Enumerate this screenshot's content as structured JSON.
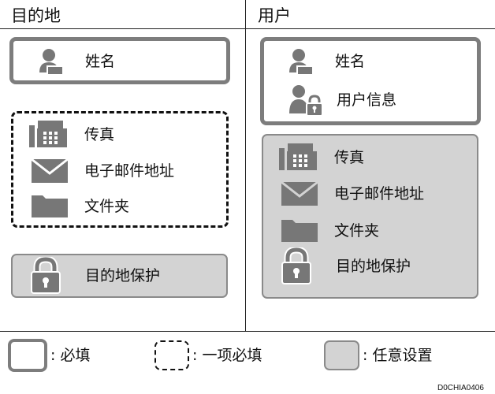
{
  "columns": {
    "destination": {
      "title": "目的地",
      "required_item": {
        "label": "姓名",
        "icon": "user-icon"
      },
      "one_required_items": [
        {
          "label": "传真",
          "icon": "fax-icon"
        },
        {
          "label": "电子邮件地址",
          "icon": "envelope-icon"
        },
        {
          "label": "文件夹",
          "icon": "folder-icon"
        }
      ],
      "optional_item": {
        "label": "目的地保护",
        "icon": "padlock-icon"
      }
    },
    "user": {
      "title": "用户",
      "required_items": [
        {
          "label": "姓名",
          "icon": "user-icon"
        },
        {
          "label": "用户信息",
          "icon": "user-lock-icon"
        }
      ],
      "optional_items": [
        {
          "label": "传真",
          "icon": "fax-icon"
        },
        {
          "label": "电子邮件地址",
          "icon": "envelope-icon"
        },
        {
          "label": "文件夹",
          "icon": "folder-icon"
        },
        {
          "label": "目的地保护",
          "icon": "padlock-icon"
        }
      ]
    }
  },
  "legend": {
    "required": ": 必填",
    "one_required": ": 一项必填",
    "optional": ": 任意设置"
  },
  "figure_code": "D0CHIA0406"
}
